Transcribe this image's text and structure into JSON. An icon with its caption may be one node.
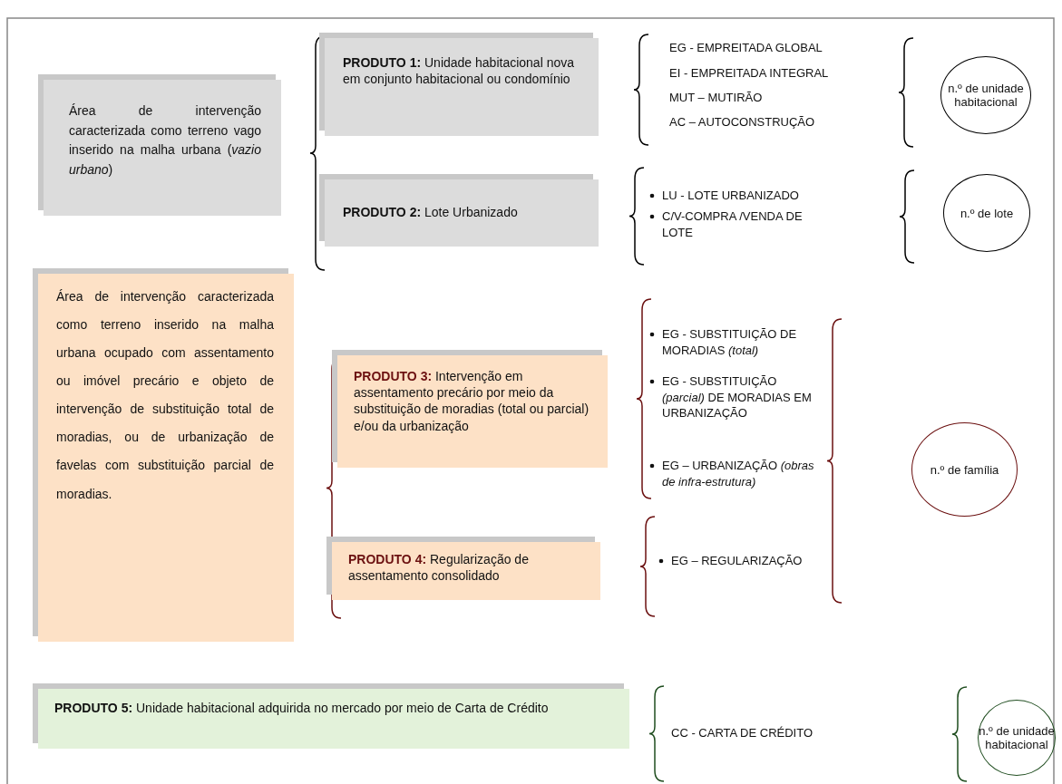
{
  "diagram": {
    "nodes": [
      {
        "text": [
          "Área de intervenção caracterizada como terreno vago inserido na malha urbana (*vazio urbano*)"
        ]
      },
      {
        "text": [
          "**PRODUTO 1:** Unidade habitacional nova em conjunto habitacional ou condomínio"
        ]
      },
      {
        "text": [
          "**PRODUTO 2:** Lote Urbanizado"
        ]
      },
      {
        "text": [
          "n.º de unidade habitacional"
        ]
      },
      {
        "text": [
          "n.º de lote"
        ]
      },
      {
        "text": [
          "Área de intervenção caracterizada como terreno inserido na malha urbana ocupado com assentamento ou imóvel precário e objeto de intervenção de substituição total de moradias, ou de urbanização de favelas com substituição parcial de moradias."
        ]
      },
      {
        "text": [
          "**PRODUTO 3:** Intervenção em assentamento precário por meio da substituição de moradias (total ou parcial) e/ou da urbanização"
        ]
      },
      {
        "text": [
          "**PRODUTO 4:** Regularização de assentamento consolidado"
        ]
      },
      {
        "text": [
          "n.º de família"
        ]
      },
      {
        "text": [
          "**PRODUTO 5:** Unidade habitacional adquirida no mercado por meio de Carta de Crédito"
        ]
      },
      {
        "text": [
          "n.º de unidade habitacional"
        ]
      }
    ],
    "edges": [],
    "labels": [
      "EG - EMPREITADA GLOBAL",
      "EI - EMPREITADA INTEGRAL",
      "MUT – MUTIRÃO",
      "AC – AUTOCONSTRUÇÃO",
      "LU - LOTE URBANIZADO",
      "C/V-COMPRA /VENDA DE LOTE",
      "EG - SUBSTITUIÇÃO DE MORADIAS *(total)*",
      "EG - SUBSTITUIÇÃO *(parcial)* DE MORADIAS EM URBANIZAÇÃO",
      "EG – URBANIZAÇÃO *(obras de infra-estrutura)*",
      "EG – REGULARIZAÇÃO",
      "CC - CARTA DE CRÉDITO"
    ]
  }
}
